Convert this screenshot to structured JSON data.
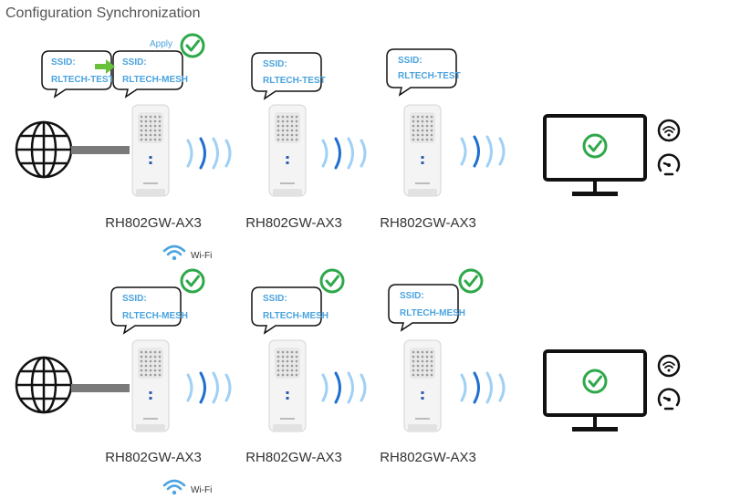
{
  "title": "Configuration Synchronization",
  "apply_label": "Apply",
  "wifi_label": "Wi-Fi",
  "colors": {
    "accent": "#4aa3df",
    "check": "#2ea84a",
    "wave_dark": "#1e6fd0",
    "wave_light": "#9fd0f5"
  },
  "top_row": {
    "bubbles": [
      {
        "line1": "SSID:",
        "line2": "RLTECH-TEST"
      },
      {
        "line1": "SSID:",
        "line2": "RLTECH-MESH"
      },
      {
        "line1": "SSID:",
        "line2": "RLTECH-TEST"
      },
      {
        "line1": "SSID:",
        "line2": "RLTECH-TEST"
      }
    ],
    "models": [
      "RH802GW-AX3",
      "RH802GW-AX3",
      "RH802GW-AX3"
    ]
  },
  "bottom_row": {
    "bubbles": [
      {
        "line1": "SSID:",
        "line2": "RLTECH-MESH"
      },
      {
        "line1": "SSID:",
        "line2": "RLTECH-MESH"
      },
      {
        "line1": "SSID:",
        "line2": "RLTECH-MESH"
      }
    ],
    "models": [
      "RH802GW-AX3",
      "RH802GW-AX3",
      "RH802GW-AX3"
    ]
  }
}
